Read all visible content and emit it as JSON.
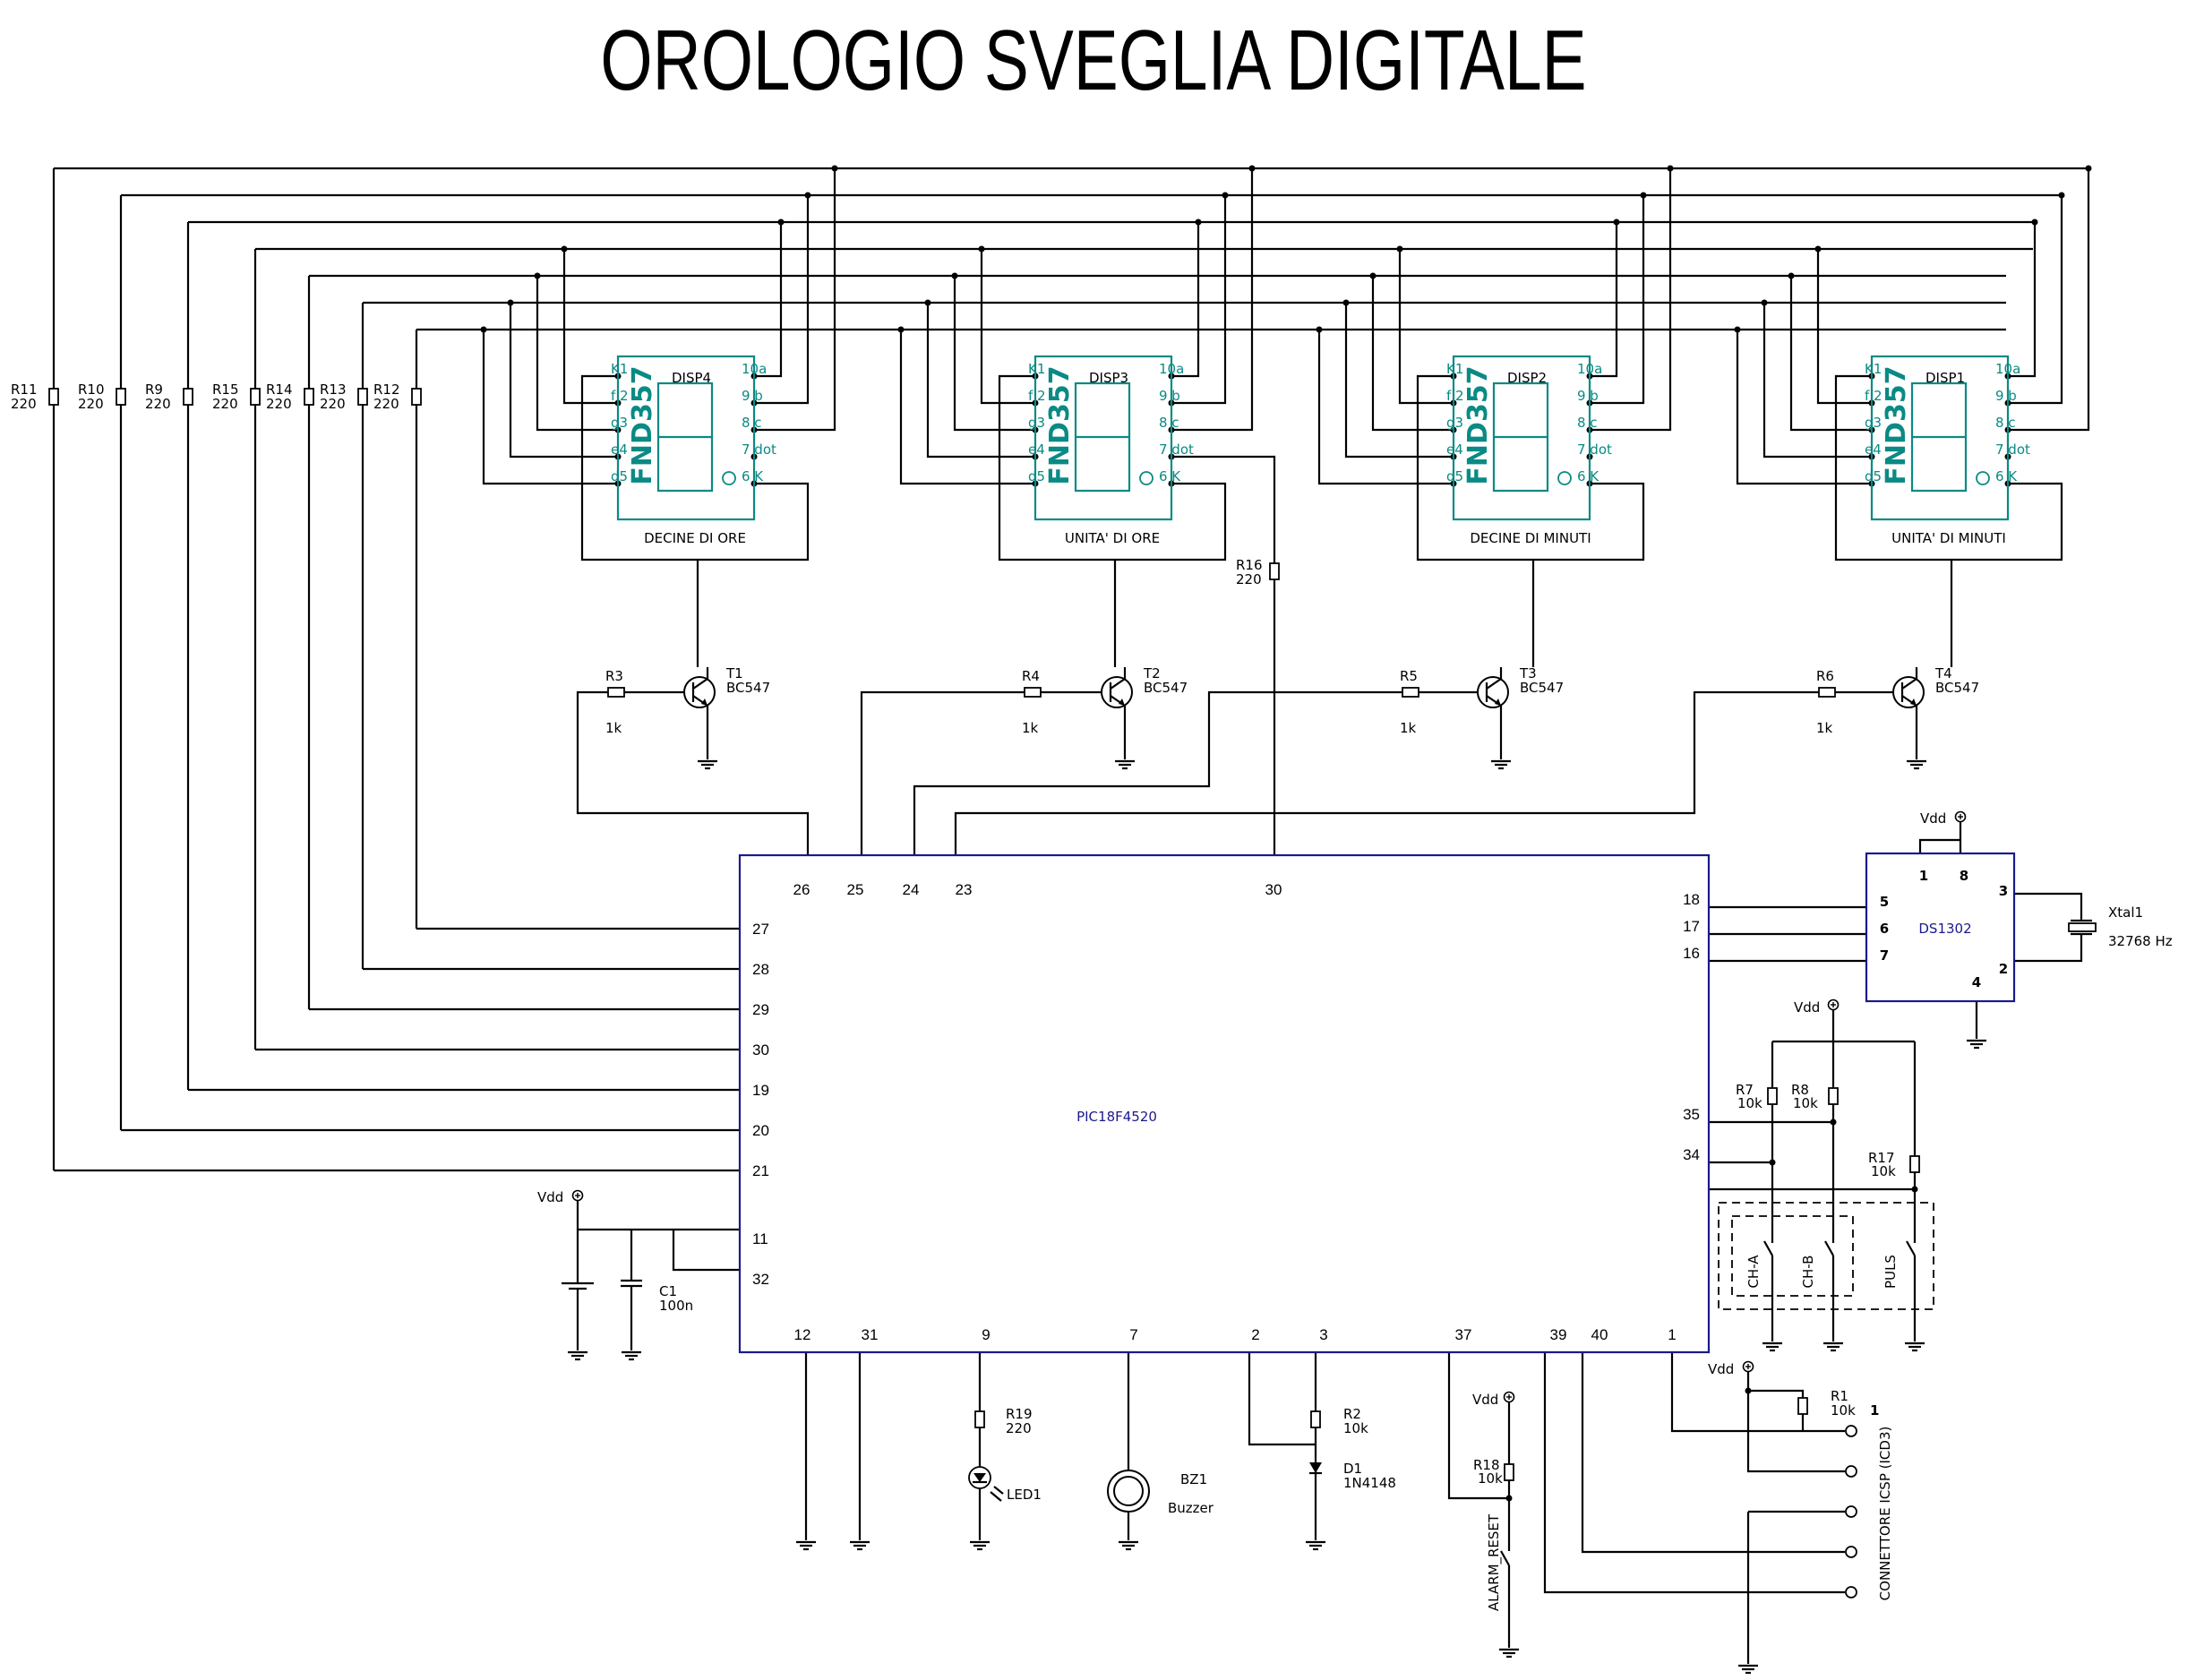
{
  "title": "OROLOGIO SVEGLIA DIGITALE",
  "colors": {
    "wire": "#000000",
    "ic_outline": "#1a1a8c",
    "display": "#0a8a84"
  },
  "segment_resistors": [
    {
      "ref": "R11",
      "value": "220"
    },
    {
      "ref": "R10",
      "value": "220"
    },
    {
      "ref": "R9",
      "value": "220"
    },
    {
      "ref": "R15",
      "value": "220"
    },
    {
      "ref": "R14",
      "value": "220"
    },
    {
      "ref": "R13",
      "value": "220"
    },
    {
      "ref": "R12",
      "value": "220"
    }
  ],
  "displays": [
    {
      "ref": "DISP4",
      "part": "FND357",
      "caption": "DECINE DI ORE"
    },
    {
      "ref": "DISP3",
      "part": "FND357",
      "caption": "UNITA' DI ORE"
    },
    {
      "ref": "DISP2",
      "part": "FND357",
      "caption": "DECINE DI MINUTI"
    },
    {
      "ref": "DISP1",
      "part": "FND357",
      "caption": "UNITA' DI MINUTI"
    }
  ],
  "display_pins": {
    "left": [
      "K1",
      "f 2",
      "g3",
      "e4",
      "d5"
    ],
    "right": [
      "10a",
      "9 b",
      "8 c",
      "7 dot",
      "6 K"
    ]
  },
  "dot_resistor": {
    "ref": "R16",
    "value": "220"
  },
  "transistors": [
    {
      "ref": "T1",
      "part": "BC547",
      "base_res": "R3",
      "base_val": "1k"
    },
    {
      "ref": "T2",
      "part": "BC547",
      "base_res": "R4",
      "base_val": "1k"
    },
    {
      "ref": "T3",
      "part": "BC547",
      "base_res": "R5",
      "base_val": "1k"
    },
    {
      "ref": "T4",
      "part": "BC547",
      "base_res": "R6",
      "base_val": "1k"
    }
  ],
  "mcu": {
    "name": "PIC18F4520",
    "top_pins": [
      "26",
      "25",
      "24",
      "23",
      "30"
    ],
    "left_pins": [
      "27",
      "28",
      "29",
      "30",
      "19",
      "20",
      "21",
      "11",
      "32"
    ],
    "right_pins": [
      "18",
      "17",
      "16",
      "35",
      "34"
    ],
    "bottom_pins": [
      "12",
      "31",
      "9",
      "7",
      "2",
      "3",
      "37",
      "39",
      "40",
      "1"
    ]
  },
  "rtc": {
    "name": "DS1302",
    "pins": [
      "1",
      "8",
      "3",
      "5",
      "6",
      "7",
      "2",
      "4"
    ],
    "crystal_ref": "Xtal1",
    "crystal_value": "32768 Hz"
  },
  "power_label": "Vdd",
  "decoupling": {
    "ref": "C1",
    "value": "100n"
  },
  "pullups": [
    {
      "ref": "R7",
      "value": "10k"
    },
    {
      "ref": "R8",
      "value": "10k"
    },
    {
      "ref": "R17",
      "value": "10k"
    }
  ],
  "switches": [
    "CH-A",
    "CH-B",
    "PULS"
  ],
  "led_branch": {
    "res_ref": "R19",
    "res_val": "220",
    "led_ref": "LED1"
  },
  "buzzer": {
    "ref": "BZ1",
    "label": "Buzzer"
  },
  "diode_branch": {
    "res_ref": "R2",
    "res_val": "10k",
    "diode_ref": "D1",
    "diode_part": "1N4148"
  },
  "alarm_reset": {
    "res_ref": "R18",
    "res_val": "10k",
    "switch": "ALARM_RESET"
  },
  "icsp": {
    "res_ref": "R1",
    "res_val": "10k",
    "pin1": "1",
    "label": "CONNETTORE ICSP (ICD3)"
  }
}
